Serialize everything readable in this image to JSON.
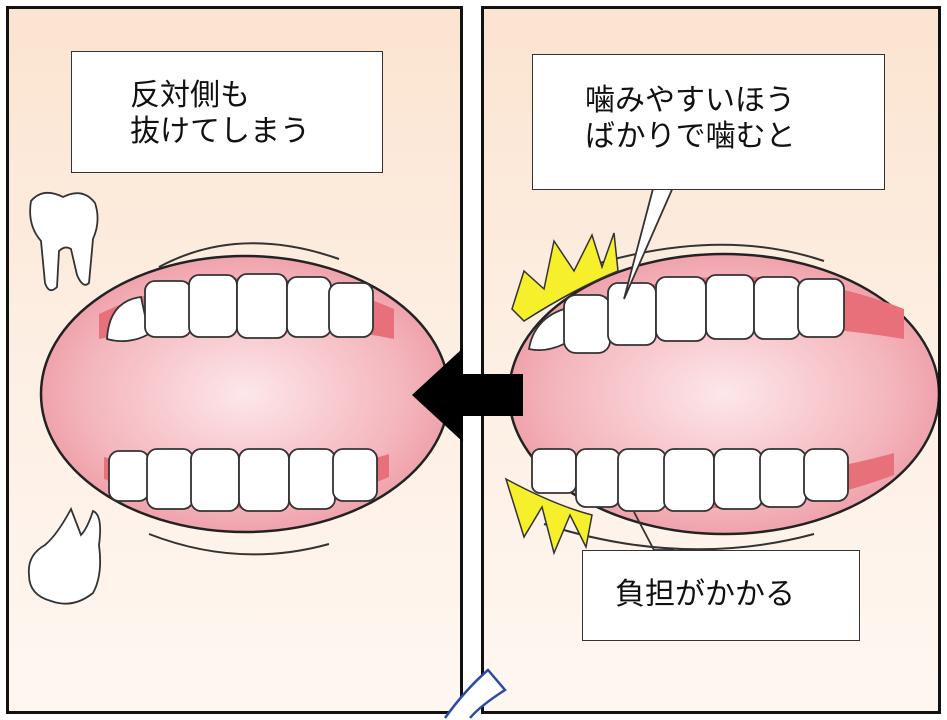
{
  "left_panel": {
    "caption_lines": [
      "反対側も",
      "抜けてしまう"
    ]
  },
  "right_panel": {
    "top_caption_lines": [
      "噛みやすいほう",
      "ばかりで噛むと"
    ],
    "bottom_caption": "負担がかかる"
  },
  "colors": {
    "panel_background": "#fbe4d0",
    "gum": "#e8707a",
    "mouth_interior": "#f4b6bd",
    "impact_burst": "#f5ef2c",
    "arrow": "#000000"
  }
}
